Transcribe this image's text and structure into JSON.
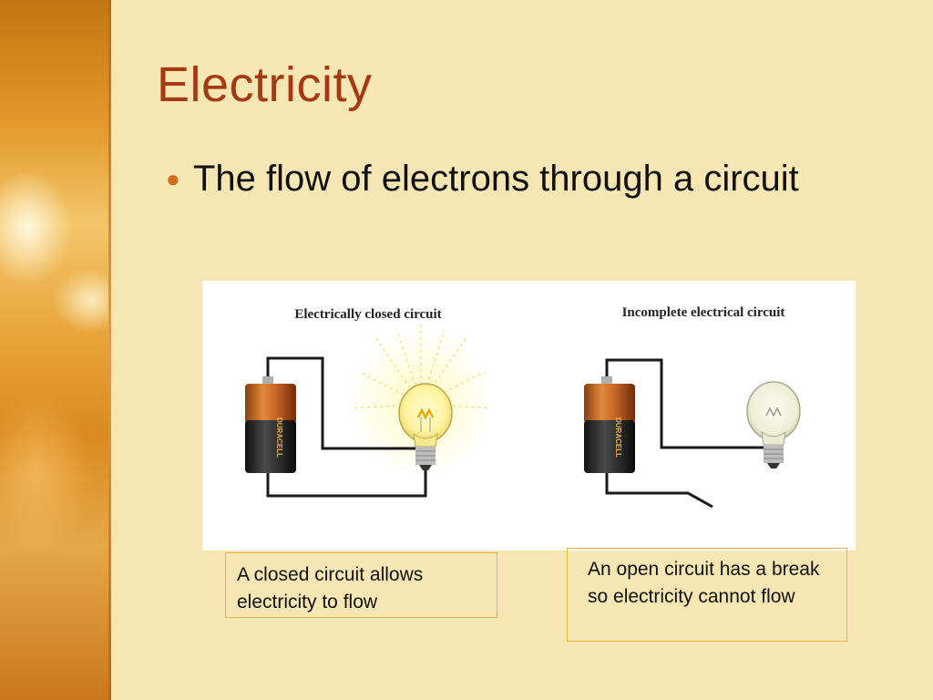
{
  "slide": {
    "title": "Electricity",
    "bullets": [
      "The flow of electrons through a circuit"
    ]
  },
  "figure": {
    "left_diagram_title": "Electrically closed circuit",
    "right_diagram_title": "Incomplete electrical circuit",
    "battery_brand": "DURACELL"
  },
  "captions": {
    "closed": "A closed circuit allows electricity to flow",
    "open": "An open circuit has a break so electricity cannot flow"
  },
  "colors": {
    "background": "#f5e6b4",
    "title": "#a33a12",
    "bullet": "#d46a1c",
    "caption_border": "#e5b43e"
  }
}
